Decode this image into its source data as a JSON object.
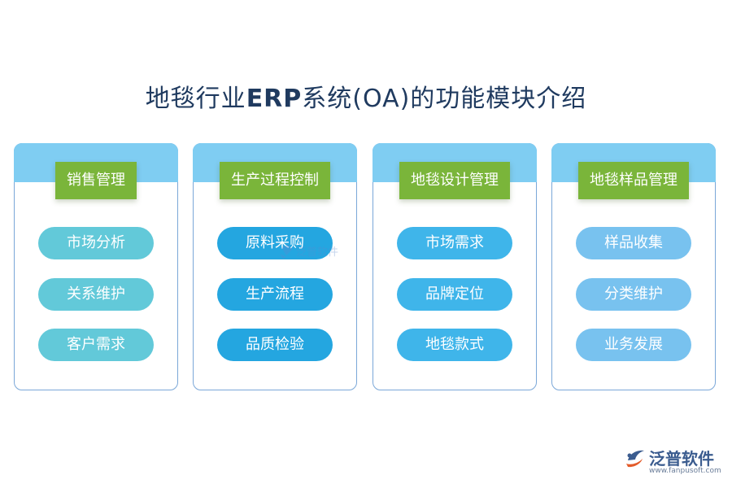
{
  "title": {
    "part1": "地毯行业",
    "part2": "ERP",
    "part3": "系统(OA)的功能模块介绍"
  },
  "cards": [
    {
      "heading": "销售管理",
      "items": [
        "市场分析",
        "关系维护",
        "客户需求"
      ]
    },
    {
      "heading": "生产过程控制",
      "items": [
        "原料采购",
        "生产流程",
        "品质检验"
      ]
    },
    {
      "heading": "地毯设计管理",
      "items": [
        "市场需求",
        "品牌定位",
        "地毯款式"
      ]
    },
    {
      "heading": "地毯样品管理",
      "items": [
        "样品收集",
        "分类维护",
        "业务发展"
      ]
    }
  ],
  "watermark": "泛普软件",
  "logo": {
    "name": "泛普软件",
    "url": "www.fanpusoft.com"
  },
  "colors": {
    "header_bar": "#7fcdf2",
    "badge": "#7ab53a",
    "pill_col1": "#62c9d9",
    "pill_col2": "#24a6e0",
    "pill_col3": "#3fb5ea",
    "pill_col4": "#78c2ef"
  }
}
